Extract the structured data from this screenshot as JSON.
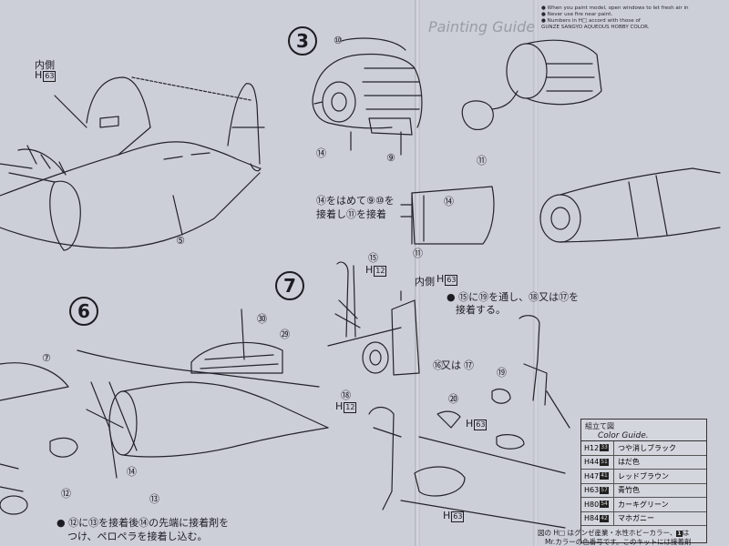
{
  "steps": {
    "s3": "3",
    "s6": "6",
    "s7": "7"
  },
  "english_notes": [
    "● When you paint model, open windows to let fresh air in",
    "● Never use fire near paint.",
    "● Numbers in H□ accord with those of",
    "  GUNZE SANGYO AQUEOUS HOBBY COLOR."
  ],
  "labels": {
    "naisoku_left": "内側",
    "h63_left": "H",
    "h63_left_box": "63",
    "naisoku_mid": "内側",
    "h63_mid": "H",
    "h63_mid_box": "63",
    "h12_a": "H",
    "h12_a_box": "12",
    "h12_b": "H",
    "h12_b_box": "12",
    "h63_b": "H",
    "h63_b_box": "63",
    "h63_c": "H",
    "h63_c_box": "63"
  },
  "instructions": {
    "step3_line1": "⑭をはめて⑨⑩を",
    "step3_line2": "接着し⑪を接着",
    "step7_line1": "● ⑮に⑲を通し、⑱又は⑰を",
    "step7_line2": "接着する。",
    "step6_line1": "● ⑫に⑬を接着後⑭の先端に接着剤を",
    "step6_line2": "つけ、ペロペラを接着し込む。",
    "or_text": "又は"
  },
  "parts": {
    "p10": "⑩",
    "p14a": "⑭",
    "p9": "⑨",
    "p11a": "⑪",
    "p14b": "⑭",
    "p11b": "⑪",
    "p5": "⑤",
    "p15": "⑮",
    "p16": "⑯",
    "p17": "⑰",
    "p18": "⑱",
    "p19": "⑲",
    "p20": "⑳",
    "p30": "㉚",
    "p29": "㉙",
    "p7": "⑦",
    "p12": "⑫",
    "p14c": "⑭",
    "p13": "⑬"
  },
  "legend": {
    "title_jp": "組立て図",
    "title_en": "Color Guide.",
    "rows": [
      {
        "code": "H12",
        "sw": "33",
        "name": "つや消しブラック"
      },
      {
        "code": "H44",
        "sw": "51",
        "name": "はだ色"
      },
      {
        "code": "H47",
        "sw": "41",
        "name": "レッドブラウン"
      },
      {
        "code": "H63",
        "sw": "57",
        "name": "青竹色"
      },
      {
        "code": "H80",
        "sw": "54",
        "name": "カーキグリーン"
      },
      {
        "code": "H84",
        "sw": "42",
        "name": "マホガニー"
      }
    ]
  },
  "footnote": {
    "line1": "図の H□ はグンゼ産業・水性ホビーカラー、",
    "line1_box": "1",
    "line1_end": "は",
    "line2": "Mr.カラーの色番号です。このキットには接着剤"
  },
  "faded_title": "Painting Guide"
}
